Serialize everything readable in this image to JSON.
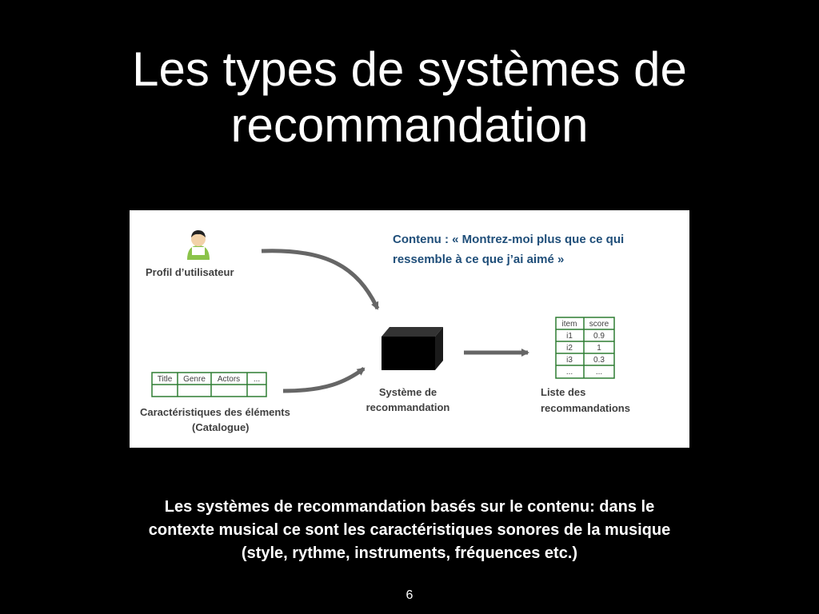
{
  "slide": {
    "title_lines": [
      "Les types de systèmes de",
      "recommandation"
    ],
    "caption_lines": [
      "Les systèmes de recommandation basés sur le contenu: dans le",
      "contexte musical ce sont les caractéristiques sonores de la musique",
      "(style, rythme, instruments, fréquences etc.)"
    ],
    "page_number": "6"
  },
  "diagram": {
    "heading_lines": [
      "Contenu : « Montrez-moi plus que ce qui",
      "ressemble à ce que j’ai aimé »"
    ],
    "user_profile_label": "Profil d’utilisateur",
    "catalogue_columns": [
      "Title",
      "Genre",
      "Actors",
      "..."
    ],
    "catalogue_label_lines": [
      "Caractéristiques des éléments",
      "(Catalogue)"
    ],
    "system_label_lines": [
      "Système de",
      "recommandation"
    ],
    "result_table": {
      "headers": [
        "item",
        "score"
      ],
      "rows": [
        [
          "i1",
          "0.9"
        ],
        [
          "i2",
          "1"
        ],
        [
          "i3",
          "0.3"
        ],
        [
          "...",
          "..."
        ]
      ]
    },
    "result_label_lines": [
      "Liste des",
      "recommandations"
    ],
    "colors": {
      "heading": "#1f4e79",
      "labels": "#404040",
      "arrow": "#666666",
      "table_border": "#2e7d32",
      "box": "#000000",
      "user_icon": "#8bc34a"
    },
    "icons": [
      "user-profile-icon",
      "black-box-system-icon"
    ]
  }
}
